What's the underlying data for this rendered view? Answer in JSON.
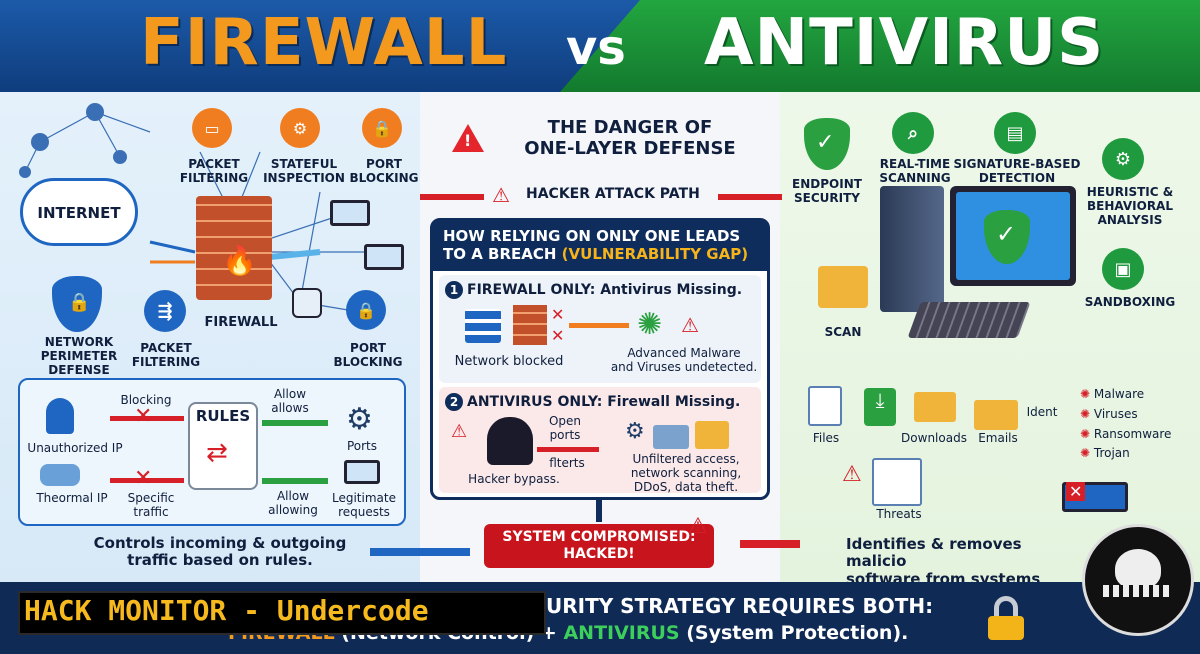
{
  "header": {
    "firewall": "FIREWALL",
    "vs": "vs",
    "antivirus": "ANTIVIRUS"
  },
  "left": {
    "internet": "INTERNET",
    "packet_filtering_top": "PACKET\nFILTERING",
    "stateful": "STATEFUL\nINSPECTION",
    "port_blocking_top": "PORT\nBLOCKING",
    "firewall": "FIREWALL",
    "network_perimeter": "NETWORK\nPERIMETER\nDEFENSE",
    "packet_filtering": "PACKET\nFILTERING",
    "port_blocking": "PORT\nBLOCKING",
    "rules": {
      "title": "RULES",
      "blocking": "Blocking",
      "unauthorized": "Unauthorized IP",
      "allow_allows": "Allow\nallows",
      "ports": "Ports",
      "thermal": "Theormal IP",
      "specific": "Specific\ntraffic",
      "allow_allowing": "Allow\nallowing",
      "legit": "Legitimate\nrequests"
    },
    "caption": "Controls incoming & outgoing\ntraffic based on rules."
  },
  "middle": {
    "danger": "THE DANGER OF\nONE-LAYER DEFENSE",
    "attack_path": "HACKER ATTACK PATH",
    "head_1": "HOW RELYING ON ONLY ONE LEADS",
    "head_2": "TO A BREACH ",
    "head_gap": "(VULNERABILITY GAP)",
    "s1_num": "1",
    "s1_title": "FIREWALL ONLY: Antivirus Missing.",
    "s1_blocked": "Network blocked",
    "s1_malware": "Advanced Malware\nand Viruses undetected.",
    "s2_num": "2",
    "s2_title": "ANTIVIRUS ONLY: Firewall Missing.",
    "s2_open": "Open\nports",
    "s2_filters": "flterts",
    "s2_bypass": "Hacker bypass.",
    "s2_unfiltered": "Unfiltered access,\nnetwork scanning,\nDDoS, data theft.",
    "compromised": "SYSTEM COMPROMISED:\nHACKED!"
  },
  "right": {
    "endpoint": "ENDPOINT\nSECURITY",
    "realtime": "REAL-TIME\nSCANNING",
    "signature": "SIGNATURE-BASED\nDETECTION",
    "heuristic": "HEURISTIC &\nBEHAVIORAL\nANALYSIS",
    "sandboxing": "SANDBOXING",
    "scan": "SCAN",
    "files": "Files",
    "downloads": "Downloads",
    "emails": "Emails",
    "ident": "Ident",
    "threats_list": [
      "Malware",
      "Viruses",
      "Ransomware",
      "Trojan"
    ],
    "threats": "Threats",
    "caption": "Identifies & removes malicio\nsoftware from systems"
  },
  "bottom": {
    "banner": "HACK MONITOR - Undercode",
    "strategy": "URITY STRATEGY REQUIRES BOTH:",
    "combo_fw": "FIREWALL",
    "combo_mid": " (Network Control) + ",
    "combo_av": "ANTIVIRUS",
    "combo_end": " (System Protection)."
  },
  "colors": {
    "firewall_orange": "#f39a1e",
    "antivirus_green": "#23a640",
    "navy": "#0f2d5c",
    "alert_red": "#c8141c"
  }
}
